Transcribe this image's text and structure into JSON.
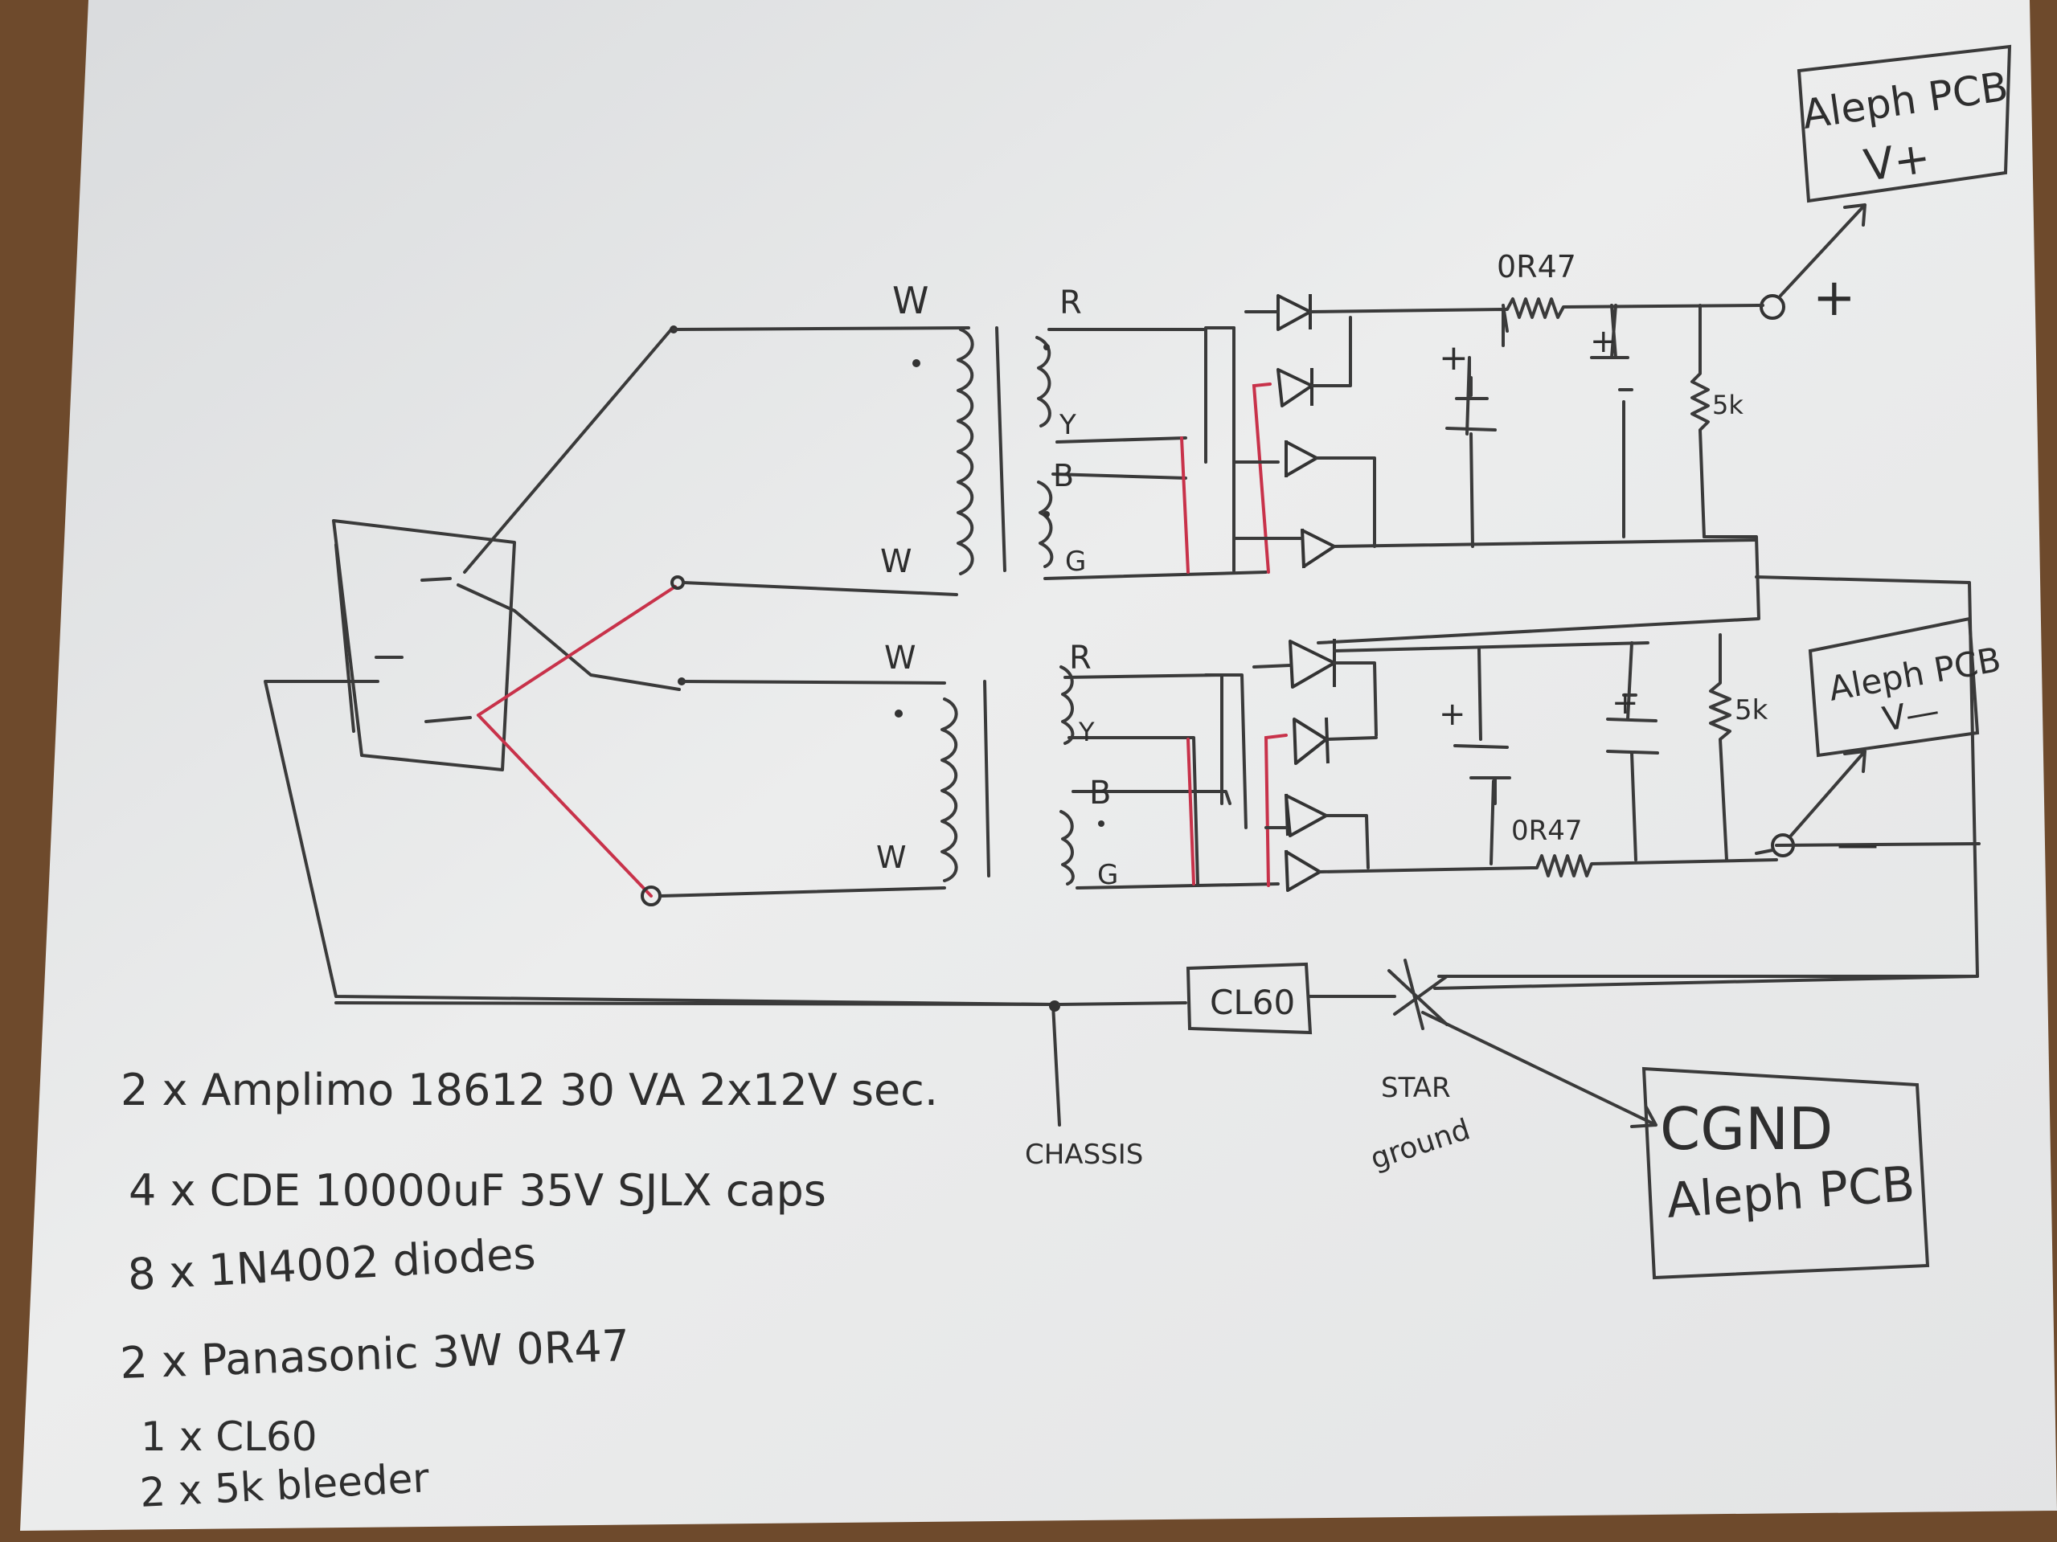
{
  "labels": {
    "w_top_primary_upper": "W",
    "w_top_primary_lower": "W",
    "w_bot_primary_upper": "W",
    "w_bot_primary_lower": "W",
    "r_top": "R",
    "y_top": "Y",
    "b_top": "B",
    "g_top": "G",
    "r_bot": "R",
    "y_bot": "Y",
    "b_bot": "B",
    "g_bot": "G",
    "plus_cap_top_1": "+",
    "plus_cap_top_2": "+",
    "plus_cap_bot_1": "+",
    "plus_cap_bot_2": "+",
    "resistor_top": "0R47",
    "resistor_bot": "0R47",
    "bleeder_top": "5k",
    "bleeder_bot": "5k",
    "pos_terminal": "+",
    "neg_terminal": "—",
    "alephpcb_vplus_line1": "Aleph PCB",
    "alephpcb_vplus_line2": "V+",
    "alephpcb_vminus_line1": "Aleph PCB",
    "alephpcb_vminus_line2": "V—",
    "cl60": "CL60",
    "chassis": "CHASSIS",
    "star_ground_line1": "STAR",
    "star_ground_line2": "ground",
    "cgnd_line1": "CGND",
    "cgnd_line2": "Aleph PCB"
  },
  "parts_list": [
    "2 x Amplimo 18612  30 VA  2x12V sec.",
    "4 x CDE 10000uF 35V  SJLX caps",
    "8 x 1N4002 diodes",
    "2 x Panasonic 3W 0R47",
    "1 x CL60",
    "2 x 5k bleeder"
  ],
  "colors": {
    "paper": "#e9eaeb",
    "ink": "#3a3a3a",
    "red_wire": "#c8324a",
    "table": "#6e4a2c"
  }
}
